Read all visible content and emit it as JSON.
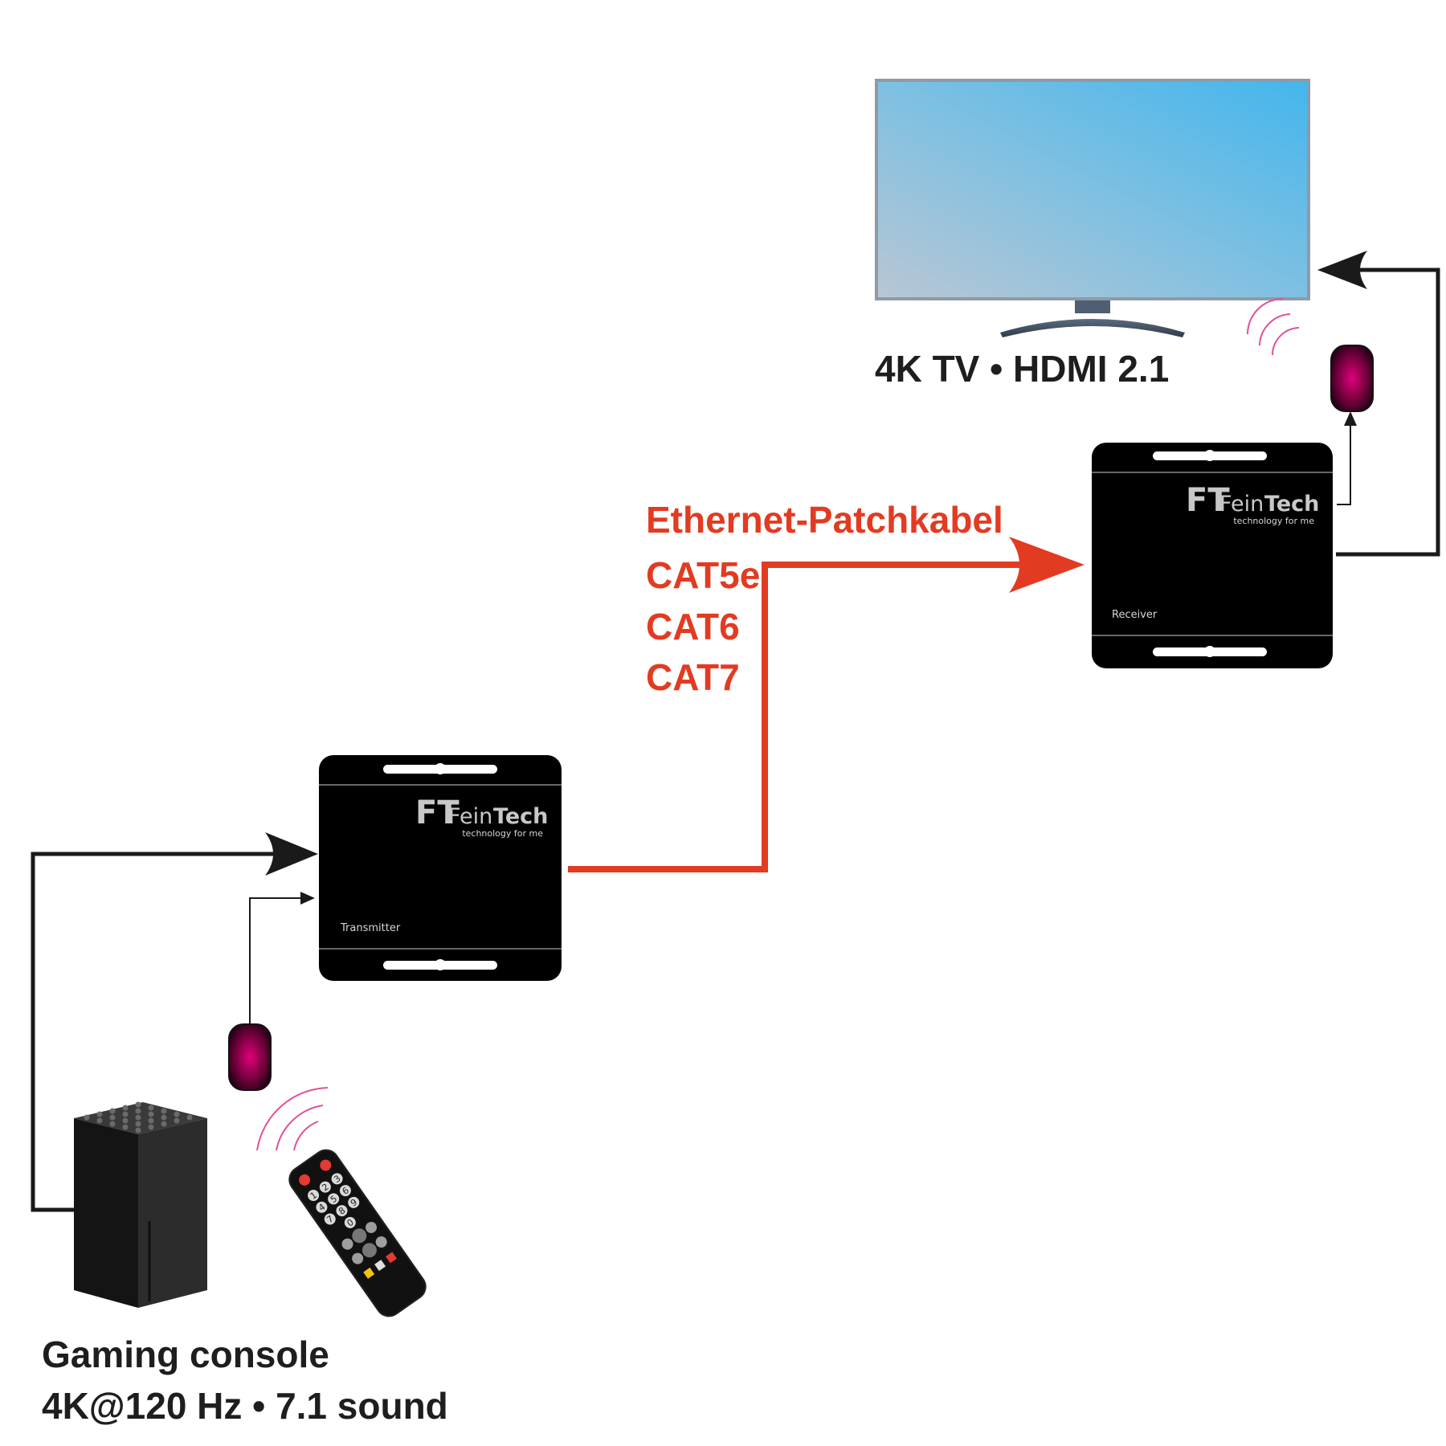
{
  "tv": {
    "label": "4K TV • HDMI 2.1"
  },
  "cable": {
    "title": "Ethernet-Patchkabel",
    "types": [
      "CAT5e",
      "CAT6",
      "CAT7"
    ],
    "color": "#e23b22"
  },
  "transmitter": {
    "brand_ft": "FT",
    "brand_fein": "Fein",
    "brand_tech": "Tech",
    "tagline": "technology for me",
    "label": "Transmitter"
  },
  "receiver": {
    "brand_ft": "FT",
    "brand_fein": "Fein",
    "brand_tech": "Tech",
    "tagline": "technology for me",
    "label": "Receiver"
  },
  "console": {
    "line1": "Gaming console",
    "line2": "4K@120 Hz • 7.1 sound"
  },
  "remote": {
    "keys": [
      "1",
      "2",
      "3",
      "4",
      "5",
      "6",
      "7",
      "8",
      "9",
      "0"
    ]
  },
  "colors": {
    "ir_glow": "#e0007a",
    "ir_arc": "#e0509a",
    "device": "#000000",
    "tv_screen_left": "#b4c4d4",
    "tv_screen_right": "#4ab8ea"
  }
}
